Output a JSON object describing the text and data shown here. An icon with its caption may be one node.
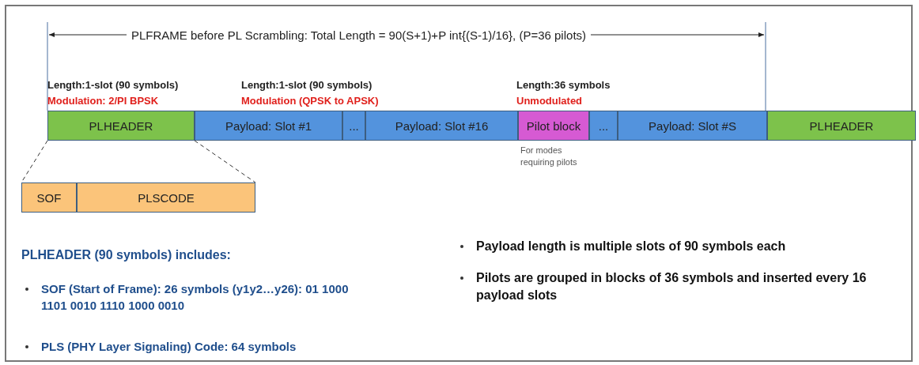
{
  "diagram": {
    "nodes": [
      {
        "text": [
          "PLHEADER"
        ]
      },
      {
        "text": [
          "Payload: Slot #1"
        ]
      },
      {
        "text": [
          "..."
        ]
      },
      {
        "text": [
          "Payload: Slot #16"
        ]
      },
      {
        "text": [
          "Pilot block"
        ],
        "beside": [
          "For modes requiring pilots"
        ]
      },
      {
        "text": [
          "..."
        ]
      },
      {
        "text": [
          "Payload: Slot #S"
        ]
      },
      {
        "text": [
          "PLHEADER"
        ]
      },
      {
        "text": [
          "SOF"
        ]
      },
      {
        "text": [
          "PLSCODE"
        ]
      }
    ],
    "edges": [
      {
        "from": 0,
        "to": 8,
        "arrow": "none",
        "style": "dashed"
      },
      {
        "from": 0,
        "to": 9,
        "arrow": "none",
        "style": "dashed"
      }
    ],
    "labels": [
      "PLFRAME before PL Scrambling: Total Length = 90(S+1)+P int{(S-1)/16}, (P=36 pilots)",
      "Length:1-slot (90 symbols)",
      "Modulation: 2/PI BPSK",
      "Length:1-slot (90 symbols)",
      "Modulation (QPSK to APSK)",
      "Length:36 symbols",
      "Unmodulated",
      "PLHEADER (90 symbols) includes:",
      "SOF (Start of Frame): 26 symbols (y1y2…y26): 01 1000 1101 0010 1110 1000 0010",
      "PLS (PHY Layer Signaling) Code: 64 symbols",
      "Payload length is multiple slots of 90 symbols each",
      "Pilots are grouped in blocks of 36 symbols and inserted every 16 payload slots"
    ]
  }
}
